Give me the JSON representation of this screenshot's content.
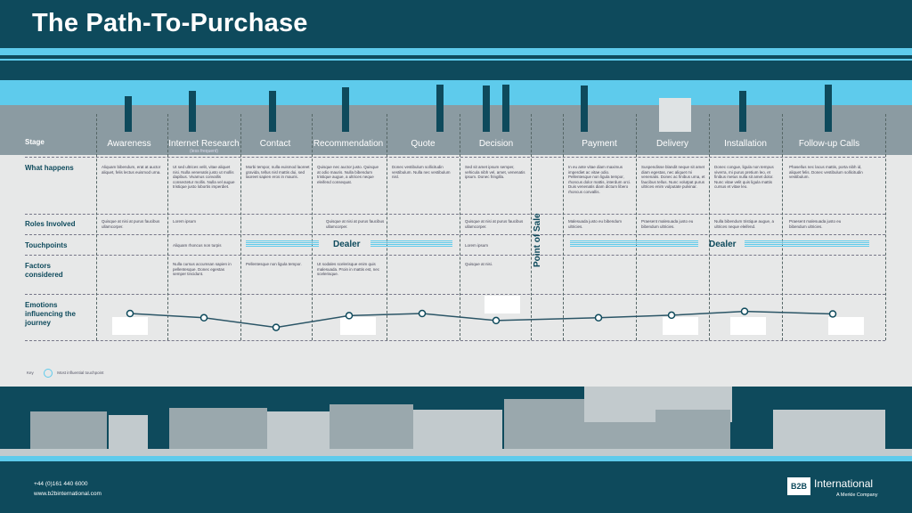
{
  "title": "The Path-To-Purchase",
  "stages": [
    "Awareness",
    "Internet Research",
    "Contact",
    "Recommendation",
    "Quote",
    "Decision",
    "Payment",
    "Delivery",
    "Installation",
    "Follow-up Calls"
  ],
  "research_note": "(less frequent)",
  "rows": [
    "Stage",
    "What happens",
    "Roles Involved",
    "Touchpoints",
    "Factors considered",
    "Emotions influencing the journey"
  ],
  "what_happens": [
    "Aliquam bibendum, erat at auctor aliquet, felis lectus euismod urna.",
    "Ut sed ultrices velit, vitae aliquet nisi. Nulla venenatis justo ut mollis dapibus. Vivamus convallis consectetur mollis. Nulla vel augue tristique justo lobortis imperdiet.",
    "Morbi tempor, nulla euismod laoreet gravida, tellus nisl mattis dui, sed laoreet sapien eros in mauris.",
    "Quisque nec auctor justo. Quisque at odio mauris. Nulla bibendum tristique augue, a ultrices neque eleifend consequat.",
    "Donec vestibulum sollicitudin vestibulum. Nulla nec vestibulum nisl.",
    "Sed sit amet ipsum semper, vehicula nibh vel, amet, venenatis ipsum. Donec fringilla.",
    "In eu ante vitae diam maximus imperdiet ac vitae odio. Pellentesque non ligula tempor, rhoncus dolor mattis, interdum orci. Duis venenatis diam dictum libero rhoncus convallis.",
    "Suspendisse blandit neque sit amet diam egestas, nec aliquet mi venenatis. Donec ac finibus urna, et faucibus tellus. Nunc volutpat purus ultrices enim vulputate pulvinar.",
    "Donec congue, ligula non tempus viverra, mi purus pretium leo, et finibus metus nulla sit amet dolor. Nunc vitae velit quis ligula mattis cursus et vitae leo.",
    "Phasellus nec lacus mattis, porta nibh id, aliquet felis. Donec vestibulum sollicitudin vestibulum."
  ],
  "roles": {
    "awareness": "Quisque at nisi at purus faucibus ullamcorper.",
    "research": "Lorem ipsum",
    "recommendation": "Quisque at nisi at purus faucibus ullamcorper.",
    "decision": "Quisque at nisi at purus faucibus ullamcorper.",
    "payment": "Malesuada justo eu bibendum ultricies.",
    "delivery": "Praesent malesuada justo eu bibendum ultricies.",
    "installation": "Nulla bibendum tristique augue, a ultrices neque eleifend.",
    "followup": "Praesent malesuada justo eu bibendum ultricies."
  },
  "touchpoints": {
    "research": "Aliquam rhoncus non turpis",
    "dealer": "Dealer",
    "decision": "Lorem ipsum",
    "dealer2": "Dealer"
  },
  "factors": {
    "research": "Nulla cursus accumsan sapien in pellentesque. Donec egestas semper tincidunt.",
    "contact": "Pellentesque non ligula tempor.",
    "recommendation": "Ut sodales scelerisque enim quis malesuada. Proin in mattis est, nec scelerisque.",
    "decision": "Quisque at nisi."
  },
  "point_of_sale": "Point of Sale",
  "key": {
    "label": "Key",
    "text": "Most influential touchpoint"
  },
  "footer": {
    "phone": "+44 (0)161 440 6000",
    "web": "www.b2binternational.com"
  },
  "brand": {
    "logo": "B2B",
    "name": "International",
    "sub": "A Merkle Company"
  },
  "emotion_line": [
    {
      "stage": "Awareness",
      "level": 0.75
    },
    {
      "stage": "Internet Research",
      "level": 0.55
    },
    {
      "stage": "Contact",
      "level": 0.1
    },
    {
      "stage": "Recommendation",
      "level": 0.65
    },
    {
      "stage": "Quote",
      "level": 0.75
    },
    {
      "stage": "Decision",
      "level": 0.42
    },
    {
      "stage": "Payment",
      "level": 0.55
    },
    {
      "stage": "Delivery",
      "level": 0.67
    },
    {
      "stage": "Installation",
      "level": 0.85
    },
    {
      "stage": "Follow-up Calls",
      "level": 0.73
    }
  ],
  "colors": {
    "navy": "#0e4a5c",
    "sky": "#5ecbec",
    "grey": "#8b9ba2",
    "panel": "#e7e8e8"
  }
}
